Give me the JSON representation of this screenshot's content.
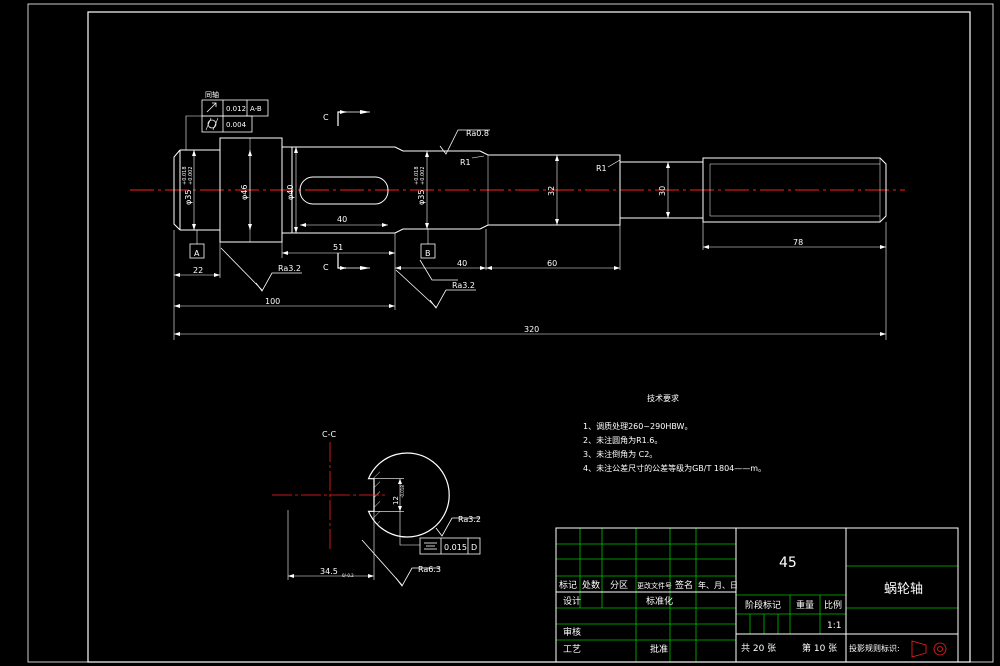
{
  "colors": {
    "background": "#000000",
    "lines": "#ffffff",
    "centerline": "#ff2020",
    "table_grid": "#00c000",
    "frame": "#ffffff"
  },
  "shaft": {
    "section_marks": {
      "top": "C",
      "bottom": "C"
    },
    "tolerance_frame": {
      "note": "同轴",
      "row1": {
        "symbol": "circular-runout",
        "value": "0.012",
        "datum": "A-B"
      },
      "row2": {
        "symbol": "cylindricity",
        "value": "0.004"
      }
    },
    "diameters": {
      "d1": "φ35",
      "d1_tol_upper": "+0.018",
      "d1_tol_lower": "+0.002",
      "d2": "φ46",
      "d3": "φ40",
      "d4": "φ35",
      "d4_tol_upper": "+0.018",
      "d4_tol_lower": "+0.002",
      "d5": "32",
      "d6": "30"
    },
    "radii": {
      "r1": "R1",
      "r2": "R1"
    },
    "datums": {
      "a": "A",
      "b": "B"
    },
    "roughness": {
      "top": "Ra0.8",
      "left": "Ra3.2",
      "right": "Ra3.2"
    },
    "lengths": {
      "keyway": "40",
      "l22": "22",
      "l51": "51",
      "l40": "40",
      "l60": "60",
      "l78": "78",
      "l100": "100",
      "l320": "320"
    }
  },
  "section": {
    "title": "C-C",
    "depth": "34.5",
    "depth_tol": "0/-0.2",
    "key_width": "12",
    "key_width_tol": "-0.018",
    "roughness_top": "Ra3.2",
    "roughness_bottom": "Ra6.3",
    "symmetry": {
      "value": "0.015",
      "datum": "D"
    }
  },
  "tech": {
    "title": "技术要求",
    "items": [
      "1、调质处理260~290HBW。",
      "2、未注圆角为R1.6。",
      "3、未注倒角为 C2。",
      "4、未注公差尺寸的公差等级为GB/T 1804——m。"
    ]
  },
  "titleblock": {
    "material": "45",
    "part_name": "蜗轮轴",
    "header": [
      "标记",
      "处数",
      "分区",
      "更改文件号",
      "签名",
      "年、月、日"
    ],
    "design": "设计",
    "standard": "标准化",
    "review": "审核",
    "process": "工艺",
    "approve": "批准",
    "stage": "阶段标记",
    "weight": "重量",
    "scale_label": "比例",
    "scale": "1:1",
    "total": "共 20 张",
    "sheet": "第 10 张",
    "projection": "投影规则标识:"
  }
}
